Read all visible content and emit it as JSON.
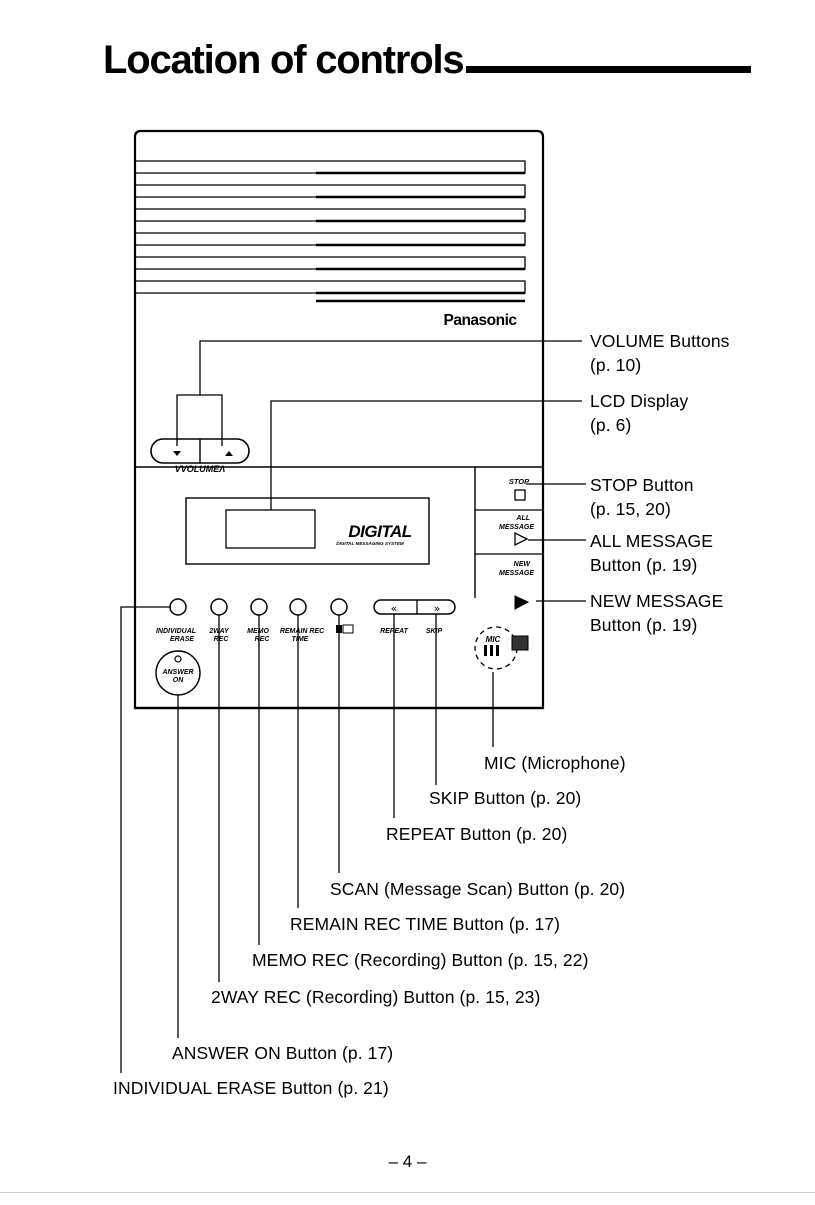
{
  "title": "Location of controls",
  "device": {
    "brand": "Panasonic",
    "display_logo": "DIGITAL",
    "display_sub": "DIGITAL MESSAGING SYSTEM",
    "volume_label": "VVOLUMEΛ",
    "stop_label": "STOP",
    "all_message_label": "ALL MESSAGE",
    "new_message_label": "NEW MESSAGE",
    "mic_label": "MIC",
    "answer_on_label": "ANSWER ON",
    "repeat_symbol": "«",
    "skip_symbol": "»",
    "button_labels": {
      "individual_erase": "INDIVIDUAL ERASE",
      "two_way_rec": "2WAY REC",
      "memo_rec": "MEMO REC",
      "remain_rec_time": "REMAIN REC TIME",
      "repeat": "REPEAT",
      "skip": "SKIP"
    }
  },
  "callouts": {
    "volume": [
      "VOLUME Buttons",
      "(p. 10)"
    ],
    "lcd": [
      "LCD Display",
      "(p. 6)"
    ],
    "stop": [
      "STOP Button",
      "(p. 15, 20)"
    ],
    "all_message": [
      "ALL MESSAGE",
      "Button (p. 19)"
    ],
    "new_message": [
      "NEW MESSAGE",
      "Button (p. 19)"
    ],
    "mic": "MIC (Microphone)",
    "skip": "SKIP Button (p. 20)",
    "repeat": "REPEAT Button (p. 20)",
    "scan": "SCAN (Message Scan) Button (p. 20)",
    "remain": "REMAIN REC TIME Button (p. 17)",
    "memo": "MEMO REC (Recording) Button (p. 15, 22)",
    "twoway": "2WAY REC (Recording) Button (p. 15, 23)",
    "answer": "ANSWER ON Button (p. 17)",
    "erase": "INDIVIDUAL ERASE Button (p. 21)"
  },
  "page_number": "– 4 –"
}
